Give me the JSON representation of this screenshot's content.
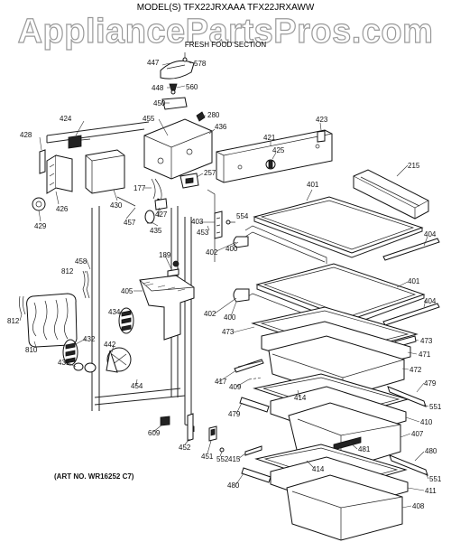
{
  "header": {
    "model_line": "MODEL(S) TFX22JRXAAA  TFX22JRXAWW",
    "section_title": "FRESH FOOD SECTION"
  },
  "watermark": "AppliancePartsPros.com",
  "art_number": "(ART NO. WR16252 C7)",
  "part_labels": [
    {
      "id": "p447",
      "text": "447"
    },
    {
      "id": "p578",
      "text": "578"
    },
    {
      "id": "p448",
      "text": "448"
    },
    {
      "id": "p560",
      "text": "560"
    },
    {
      "id": "p450",
      "text": "450"
    },
    {
      "id": "p280",
      "text": "280"
    },
    {
      "id": "p455",
      "text": "455"
    },
    {
      "id": "p436",
      "text": "436"
    },
    {
      "id": "p421",
      "text": "421"
    },
    {
      "id": "p423",
      "text": "423"
    },
    {
      "id": "p424",
      "text": "424"
    },
    {
      "id": "p428",
      "text": "428"
    },
    {
      "id": "p425",
      "text": "425"
    },
    {
      "id": "p215",
      "text": "215"
    },
    {
      "id": "p257",
      "text": "257"
    },
    {
      "id": "p177",
      "text": "177"
    },
    {
      "id": "p426",
      "text": "426"
    },
    {
      "id": "p430",
      "text": "430"
    },
    {
      "id": "p427",
      "text": "427"
    },
    {
      "id": "p401a",
      "text": "401"
    },
    {
      "id": "p429",
      "text": "429"
    },
    {
      "id": "p457",
      "text": "457"
    },
    {
      "id": "p435",
      "text": "435"
    },
    {
      "id": "p403",
      "text": "403"
    },
    {
      "id": "p554",
      "text": "554"
    },
    {
      "id": "p453",
      "text": "453"
    },
    {
      "id": "p404a",
      "text": "404"
    },
    {
      "id": "p402a",
      "text": "402"
    },
    {
      "id": "p400a",
      "text": "400"
    },
    {
      "id": "p458",
      "text": "458"
    },
    {
      "id": "p189",
      "text": "189"
    },
    {
      "id": "p812a",
      "text": "812"
    },
    {
      "id": "p401b",
      "text": "401"
    },
    {
      "id": "p405",
      "text": "405"
    },
    {
      "id": "p404b",
      "text": "404"
    },
    {
      "id": "p434",
      "text": "434"
    },
    {
      "id": "p402b",
      "text": "402"
    },
    {
      "id": "p400b",
      "text": "400"
    },
    {
      "id": "p812b",
      "text": "812"
    },
    {
      "id": "p473a",
      "text": "473"
    },
    {
      "id": "p473b",
      "text": "473"
    },
    {
      "id": "p810",
      "text": "810"
    },
    {
      "id": "p432",
      "text": "432"
    },
    {
      "id": "p442",
      "text": "442"
    },
    {
      "id": "p471",
      "text": "471"
    },
    {
      "id": "p431",
      "text": "431"
    },
    {
      "id": "p472",
      "text": "472"
    },
    {
      "id": "p417",
      "text": "417"
    },
    {
      "id": "p479a",
      "text": "479"
    },
    {
      "id": "p409",
      "text": "409"
    },
    {
      "id": "p454",
      "text": "454"
    },
    {
      "id": "p414a",
      "text": "414"
    },
    {
      "id": "p551a",
      "text": "551"
    },
    {
      "id": "p410",
      "text": "410"
    },
    {
      "id": "p479b",
      "text": "479"
    },
    {
      "id": "p609",
      "text": "609"
    },
    {
      "id": "p407",
      "text": "407"
    },
    {
      "id": "p481",
      "text": "481"
    },
    {
      "id": "p480a",
      "text": "480"
    },
    {
      "id": "p452",
      "text": "452"
    },
    {
      "id": "p451",
      "text": "451"
    },
    {
      "id": "p552",
      "text": "552"
    },
    {
      "id": "p415",
      "text": "415"
    },
    {
      "id": "p414b",
      "text": "414"
    },
    {
      "id": "p551b",
      "text": "551"
    },
    {
      "id": "p480b",
      "text": "480"
    },
    {
      "id": "p411",
      "text": "411"
    },
    {
      "id": "p408",
      "text": "408"
    }
  ]
}
